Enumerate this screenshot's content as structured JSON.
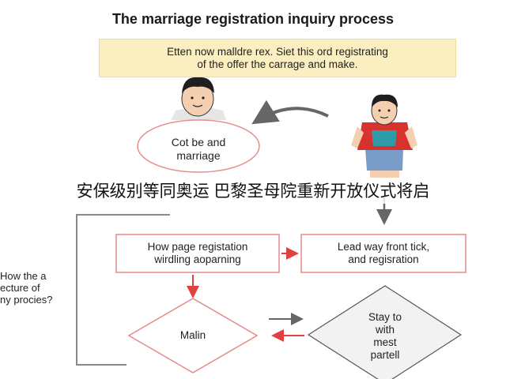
{
  "title": "The marriage registration inquiry process",
  "banner": {
    "line1": "Etten now malldre rex. Siet this ord registrating",
    "line2": "of the offer the carrage and make."
  },
  "oval": {
    "line1": "Cot be and",
    "line2": "marriage"
  },
  "overlay_caption": "安保级别等同奥运 巴黎圣母院重新开放仪式将启",
  "box_left": {
    "line1": "How page registation",
    "line2": "wirdling aoparning"
  },
  "box_right": {
    "line1": "Lead way front tick,",
    "line2": "and regisration"
  },
  "side_question": {
    "line1": "How the a",
    "line2": "ecture of",
    "line3": "ny procies?"
  },
  "diamond_left": {
    "label": "Malin"
  },
  "diamond_right": {
    "line1": "Stay to",
    "line2": "with",
    "line3": "mest",
    "line4": "partell"
  },
  "colors": {
    "banner_bg": "#fbeec0",
    "box_border": "#e58a8a",
    "arrow_red": "#e04040",
    "arrow_gray": "#666666",
    "diamond_right_fill": "#f2f2f2",
    "shirt_red": "#d8322e"
  }
}
